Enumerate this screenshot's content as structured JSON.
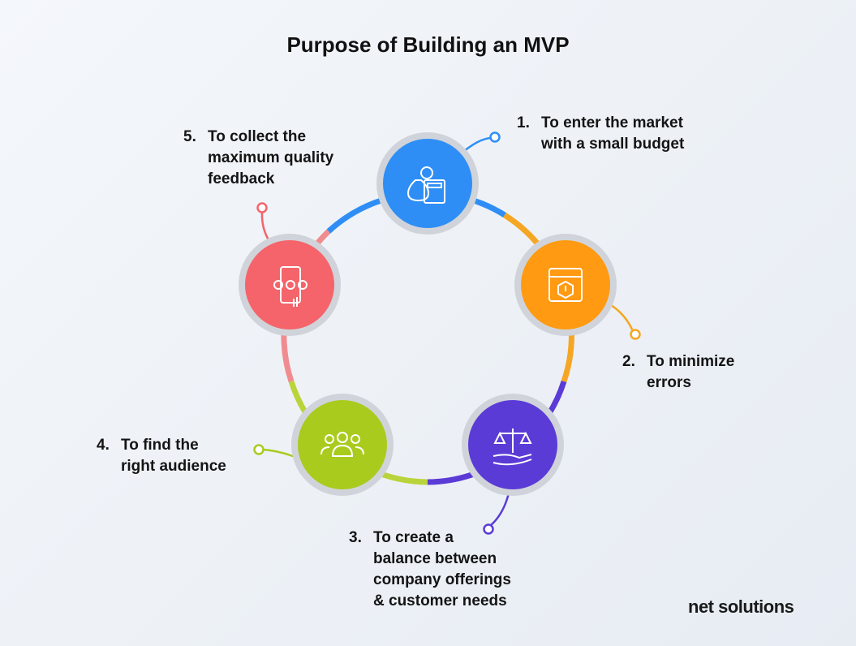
{
  "title": "Purpose of Building an MVP",
  "steps": [
    {
      "number": "1.",
      "text": "To enter the market\nwith a small budget",
      "color": "#2f8ef5",
      "icon": "money-bag-calculator-icon"
    },
    {
      "number": "2.",
      "text": "To minimize\nerrors",
      "color": "#ff9a12",
      "icon": "browser-warning-icon"
    },
    {
      "number": "3.",
      "text": "To create a\nbalance between\ncompany offerings\n& customer needs",
      "color": "#5b3bd6",
      "icon": "scale-hand-icon"
    },
    {
      "number": "4.",
      "text": "To find the\nright audience",
      "color": "#a9cb1e",
      "icon": "audience-group-icon"
    },
    {
      "number": "5.",
      "text": "To collect the\nmaximum quality\nfeedback",
      "color": "#f4646a",
      "icon": "phone-feedback-icon"
    }
  ],
  "brand": "net solutions"
}
